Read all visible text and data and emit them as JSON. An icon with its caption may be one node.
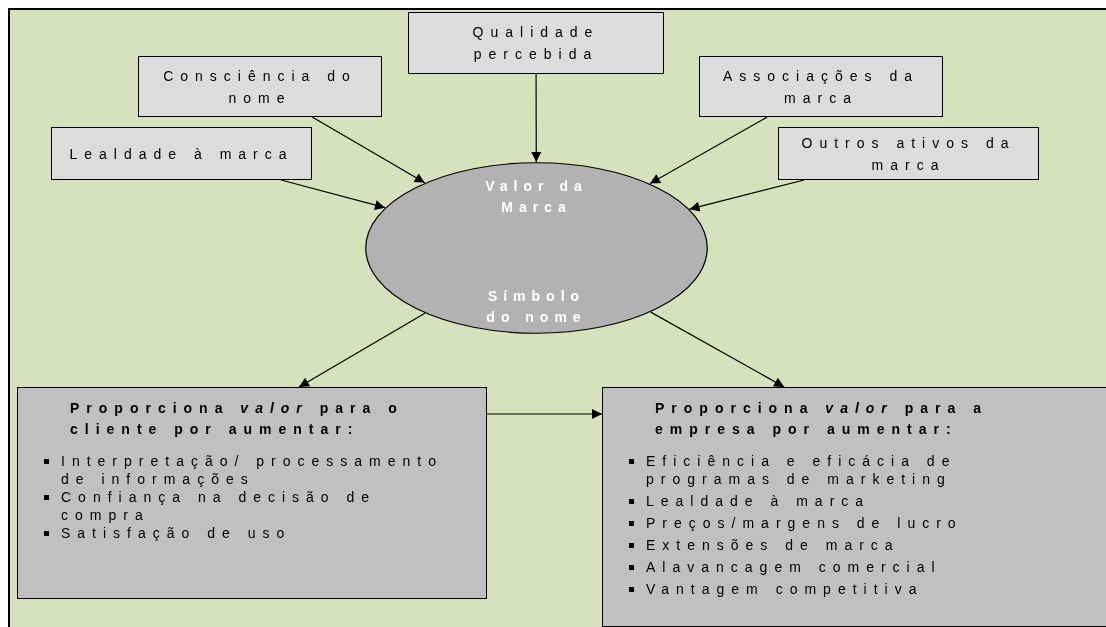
{
  "diagram": {
    "nodes": [
      {
        "text": [
          "Qualidade percebida"
        ]
      },
      {
        "text": [
          "Consciência do nome"
        ]
      },
      {
        "text": [
          "Associações da marca"
        ]
      },
      {
        "text": [
          "Lealdade à marca"
        ]
      },
      {
        "text": [
          "Outros ativos da marca"
        ]
      },
      {
        "text": [
          "Valor da Marca",
          "Símbolo do nome"
        ]
      },
      {
        "text": [
          "Proporciona *valor* para o cliente por aumentar:",
          "Interpretação/ processamento de informações",
          "Confiança na decisão de compra",
          "Satisfação de uso"
        ]
      },
      {
        "text": [
          "Proporciona *valor* para a empresa por aumentar:",
          "Eficiência e eficácia de programas de marketing",
          "Lealdade à marca",
          "Preços/margens de lucro",
          "Extensões de marca",
          "Alavancagem comercial",
          "Vantagem competitiva"
        ]
      }
    ],
    "edges": [
      {
        "from": 0,
        "to": 5,
        "arrow": "to"
      },
      {
        "from": 1,
        "to": 5,
        "arrow": "to"
      },
      {
        "from": 2,
        "to": 5,
        "arrow": "to"
      },
      {
        "from": 3,
        "to": 5,
        "arrow": "to"
      },
      {
        "from": 4,
        "to": 5,
        "arrow": "to"
      },
      {
        "from": 5,
        "to": 6,
        "arrow": "to"
      },
      {
        "from": 5,
        "to": 7,
        "arrow": "to"
      },
      {
        "from": 6,
        "to": 7,
        "arrow": "to"
      }
    ]
  }
}
